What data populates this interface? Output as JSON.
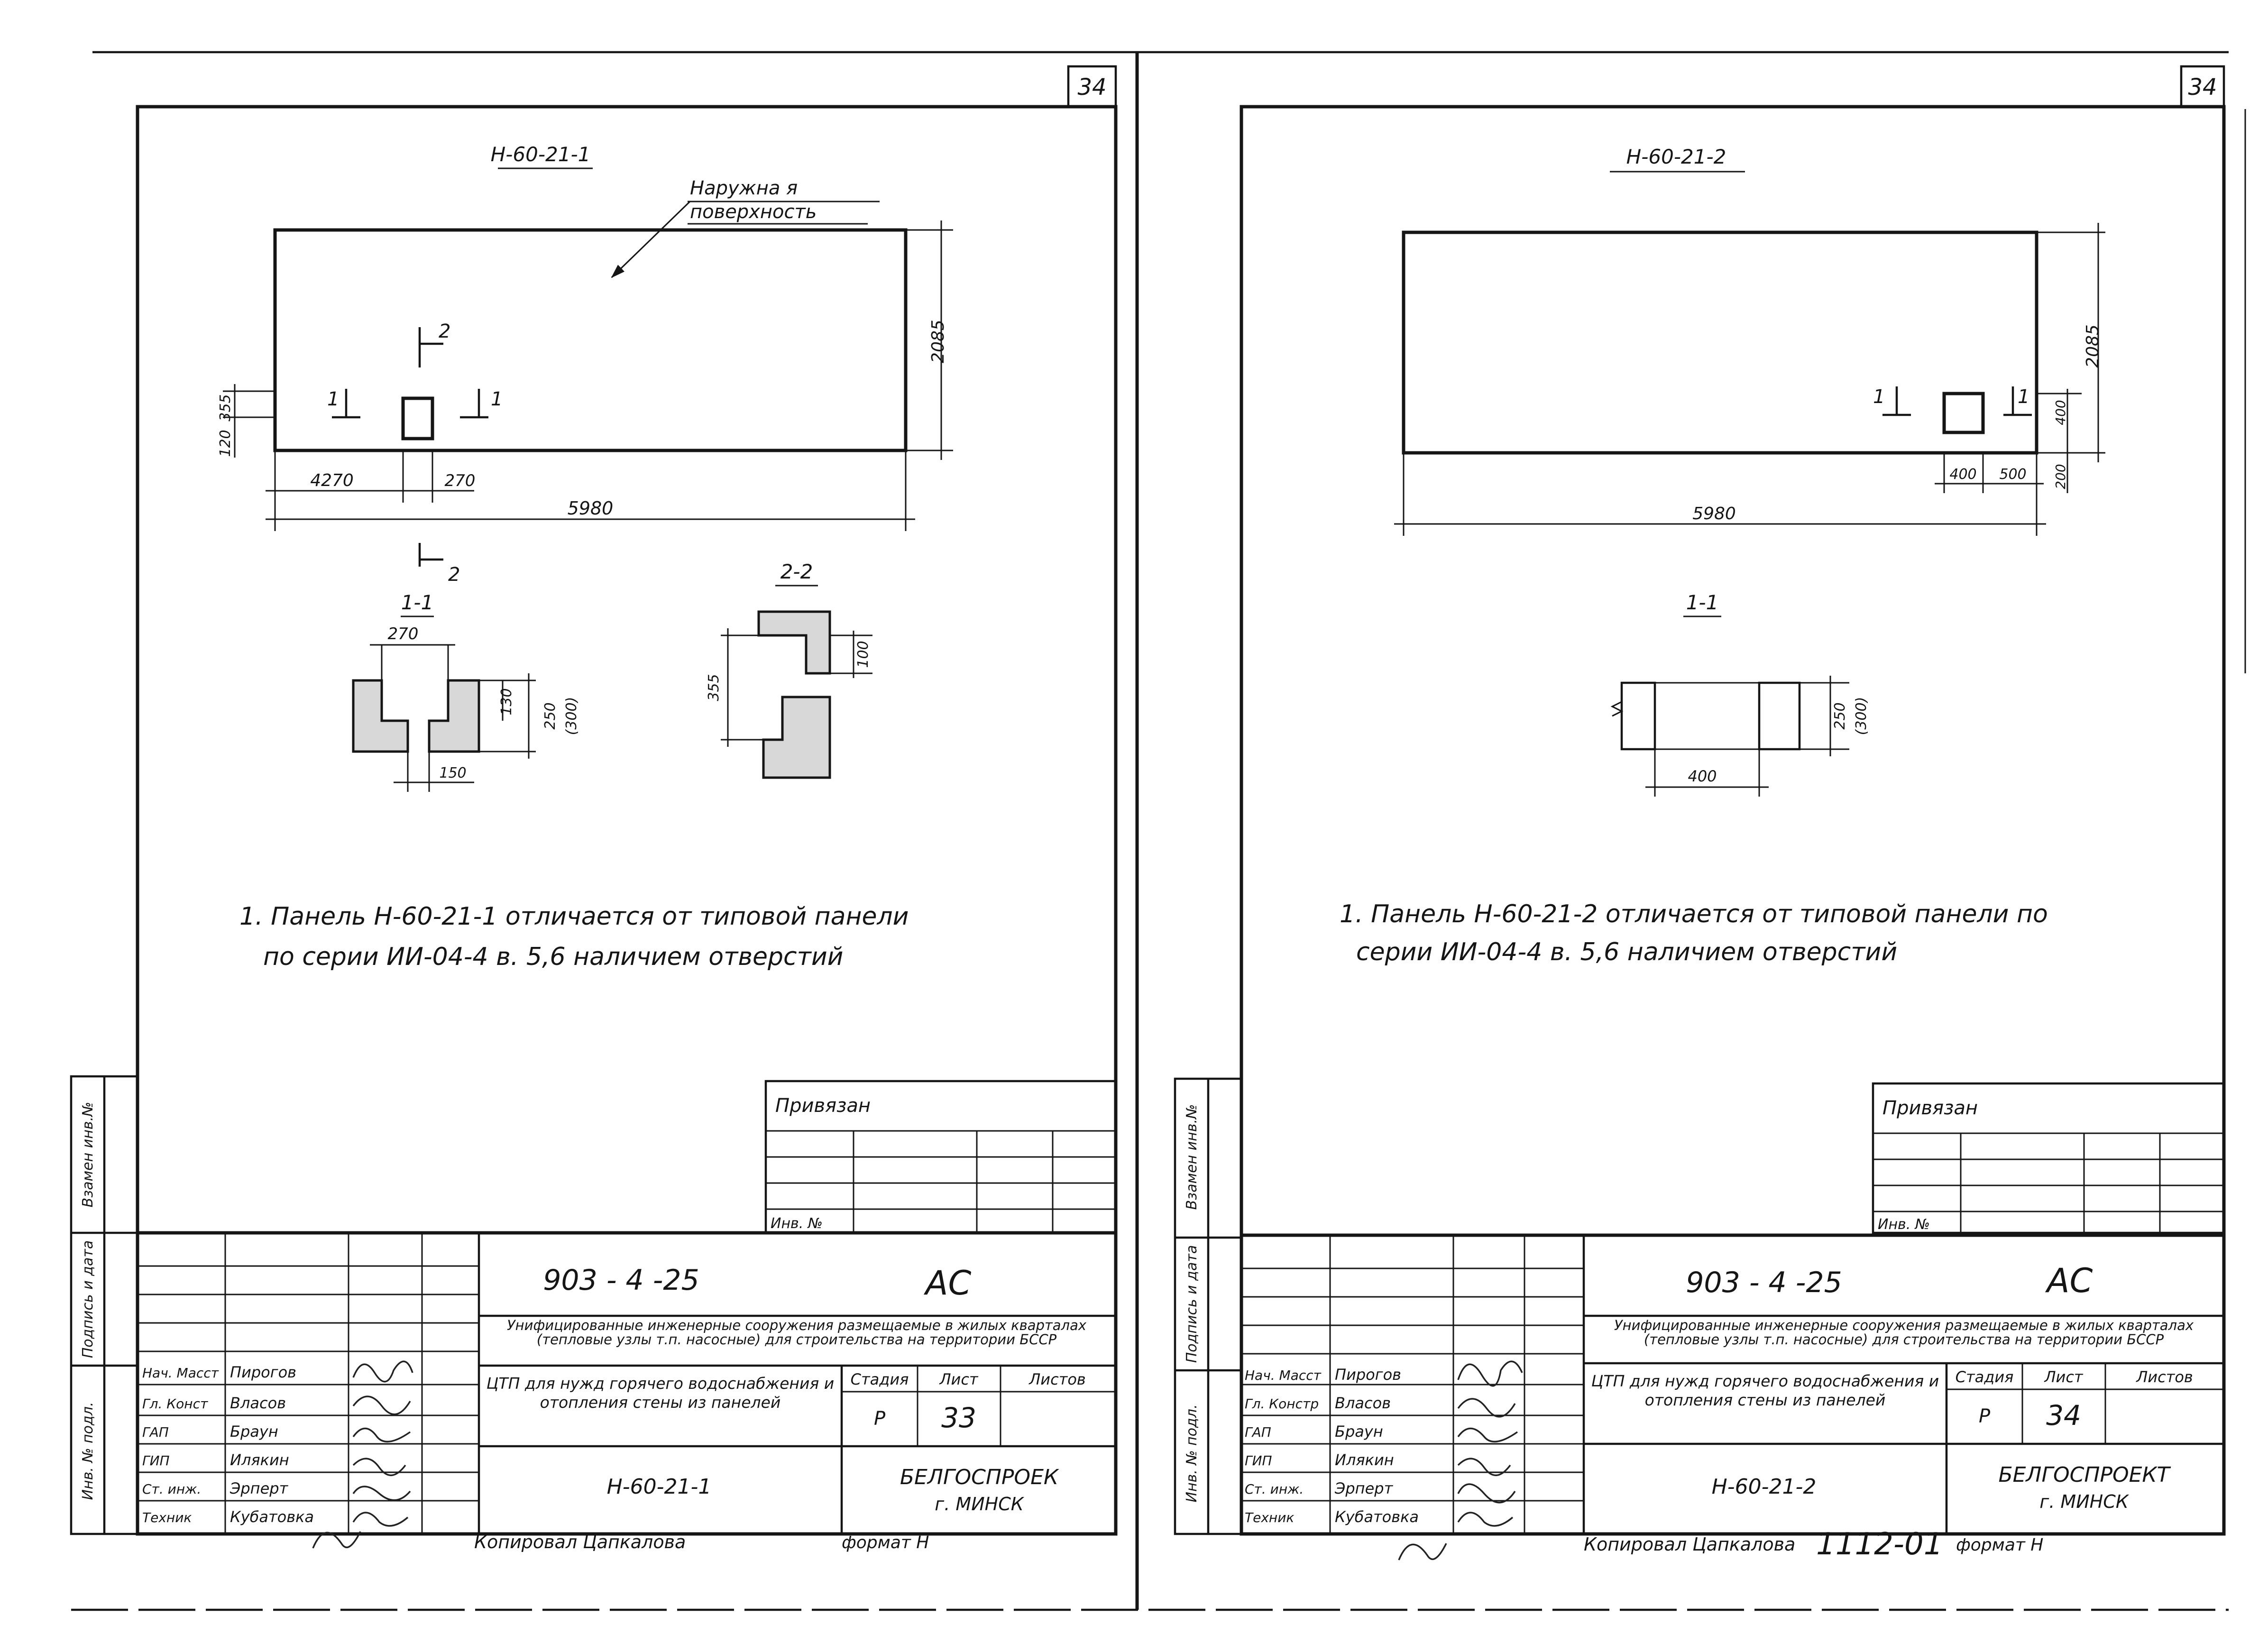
{
  "sheets": [
    {
      "sheet_corner": "34",
      "panel_title": "Н-60-21-1",
      "outer_surface_label_1": "Наружна я",
      "outer_surface_label_2": "поверхность",
      "dim_height": "2085",
      "dim_length": "5980",
      "dim_left": "4270",
      "dim_opening": "270",
      "dim_side_a": "355",
      "dim_side_b": "120",
      "cut_marks": {
        "left": "1",
        "right": "1",
        "top": "2",
        "bottom": "2"
      },
      "section_1_title": "1-1",
      "section_1_dims": {
        "top": "270",
        "inner": "130",
        "height": "250",
        "height_alt": "(300)",
        "bottom": "150"
      },
      "section_2_title": "2-2",
      "section_2_dims": {
        "left": "355",
        "right": "100"
      },
      "note_1": "1. Панель  Н-60-21-1  отличается  от  типовой  панели",
      "note_2": "по серии  ИИ-04-4  в. 5,6 наличием  отверстий",
      "privyazan_label": "Привязан",
      "inv_label": "Инв. №",
      "side_labels": [
        "Взамен инв.№",
        "Подпись и дата",
        "Инв. № подл."
      ],
      "title_code": "903 - 4 -25",
      "title_mark": "АС",
      "project_desc": "Унифицированные инженерные сооружения размещаемые в жилых кварталах (тепловые узлы т.п. насосные) для строительства на территории БССР",
      "sheet_desc": "ЦТП для нужд горячего водоснабжения и отопления стены из панелей",
      "head_stage": "Стадия",
      "head_sheet": "Лист",
      "head_sheets": "Листов",
      "stage": "Р",
      "sheet_no": "33",
      "panel_code": "Н-60-21-1",
      "org": "БЕЛГОСПРОЕК",
      "city": "г. МИНСК",
      "roles": [
        "Нач. Масст",
        "Гл. Конст",
        "ГАП",
        "ГИП",
        "Ст. инж.",
        "Техник"
      ],
      "names": [
        "Пирогов",
        "Власов",
        "Браун",
        "Илякин",
        "Эрперт",
        "Кубатовка"
      ],
      "dates": [
        "",
        "",
        "",
        "",
        "",
        ""
      ],
      "copied": "Копировал  Цапкалова",
      "format": "формат  Н",
      "archive_no": ""
    },
    {
      "sheet_corner": "34",
      "panel_title": "Н-60-21-2",
      "dim_height": "2085",
      "dim_length": "5980",
      "dim_a": "400",
      "dim_b": "500",
      "dim_c": "400",
      "dim_d": "200",
      "cut_marks": {
        "left": "1",
        "right": "1"
      },
      "section_1_title": "1-1",
      "section_1_dims": {
        "bottom": "400",
        "height": "250",
        "height_alt": "(300)"
      },
      "note_1": "1. Панель  Н-60-21-2  отличается  от  типовой  панели  по",
      "note_2": "серии  ИИ-04-4  в. 5,6  наличием  отверстий",
      "privyazan_label": "Привязан",
      "inv_label": "Инв. №",
      "side_labels": [
        "Взамен инв.№",
        "Подпись и дата",
        "Инв. № подл."
      ],
      "title_code": "903 - 4 -25",
      "title_mark": "АС",
      "project_desc": "Унифицированные инженерные сооружения размещаемые в жилых кварталах (тепловые узлы т.п. насосные) для строительства на территории БССР",
      "sheet_desc": "ЦТП для нужд горячего водоснабжения и отопления стены из панелей",
      "head_stage": "Стадия",
      "head_sheet": "Лист",
      "head_sheets": "Листов",
      "stage": "Р",
      "sheet_no": "34",
      "panel_code": "Н-60-21-2",
      "org": "БЕЛГОСПРОЕКТ",
      "city": "г. МИНСК",
      "roles": [
        "Нач. Масст",
        "Гл. Констр",
        "ГАП",
        "ГИП",
        "Ст. инж.",
        "Техник"
      ],
      "names": [
        "Пирогов",
        "Власов",
        "Браун",
        "Илякин",
        "Эрперт",
        "Кубатовка"
      ],
      "dates": [
        "",
        "",
        "",
        "",
        "",
        ""
      ],
      "copied": "Копировал  Цапкалова",
      "format": "формат  Н",
      "archive_no": "1112-01"
    }
  ]
}
